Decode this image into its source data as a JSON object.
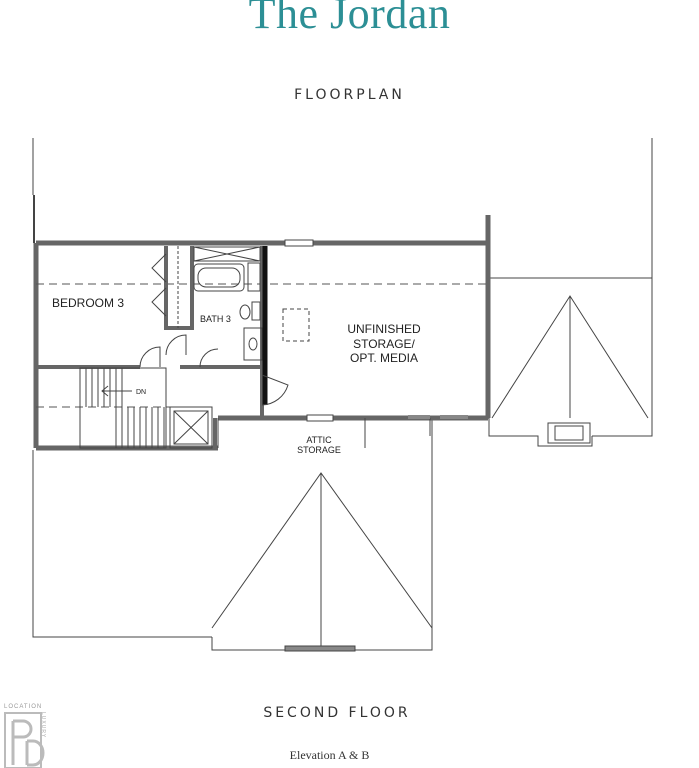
{
  "header": {
    "title": "The Jordan",
    "subtitle": "FLOORPLAN"
  },
  "plan": {
    "rooms": {
      "bedroom": "BEDROOM 3",
      "bath": "BATH 3",
      "storage_line1": "UNFINISHED",
      "storage_line2": "STORAGE/",
      "storage_line3": "OPT. MEDIA",
      "attic_line1": "ATTIC",
      "attic_line2": "STORAGE",
      "stair_dn": "DN"
    }
  },
  "footer": {
    "floor_label": "SECOND FLOOR",
    "elevation": "Elevation A & B"
  },
  "logo": {
    "caption": "LOCATION",
    "side_text": "LUXURY"
  },
  "colors": {
    "title": "#2c8f95",
    "walls": "#555555",
    "lines": "#444444"
  }
}
